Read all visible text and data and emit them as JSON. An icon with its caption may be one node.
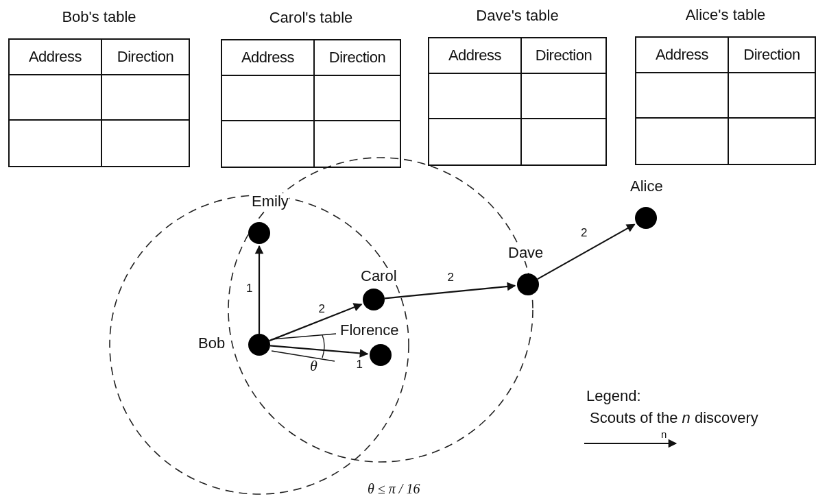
{
  "diagram": {
    "nodes": [
      {
        "text": [
          "Bob's table",
          "Address",
          "Direction"
        ]
      },
      {
        "text": [
          "Carol's table",
          "Address",
          "Direction"
        ]
      },
      {
        "text": [
          "Dave's table",
          "Address",
          "Direction"
        ]
      },
      {
        "text": [
          "Alice's table",
          "Address",
          "Direction"
        ]
      },
      {
        "text": [
          "Emily"
        ]
      },
      {
        "text": [
          "Carol"
        ]
      },
      {
        "text": [
          "Bob"
        ]
      },
      {
        "text": [
          "Florence"
        ]
      },
      {
        "text": [
          "Dave"
        ]
      },
      {
        "text": [
          "Alice"
        ]
      }
    ],
    "edges": [
      {
        "from": 6,
        "to": 4,
        "arrow": "to",
        "label": "1"
      },
      {
        "from": 6,
        "to": 5,
        "arrow": "to",
        "label": "2"
      },
      {
        "from": 6,
        "to": 7,
        "arrow": "to",
        "label": "1"
      },
      {
        "from": 5,
        "to": 8,
        "arrow": "to",
        "label": "2"
      },
      {
        "from": 8,
        "to": 9,
        "arrow": "to",
        "label": "2"
      }
    ],
    "labels": [
      "θ",
      "θ ≤ π / 16",
      "Legend:",
      "n"
    ],
    "legend": [
      {
        "text": "Scouts of the *n* discovery"
      }
    ]
  }
}
